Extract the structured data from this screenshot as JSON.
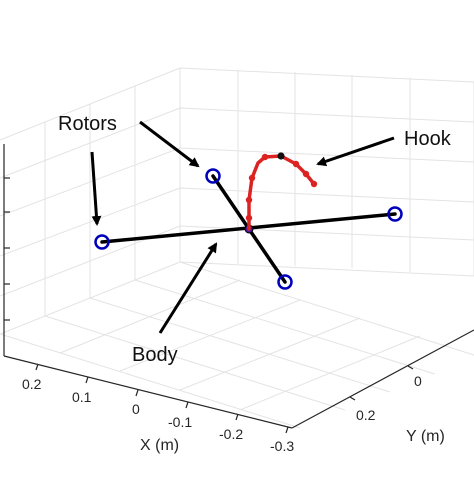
{
  "figure": {
    "x_axis": {
      "label": "X (m)",
      "tick_labels": [
        "0.2",
        "0.1",
        "0",
        "-0.1",
        "-0.2",
        "-0.3"
      ]
    },
    "y_axis": {
      "label": "Y (m)",
      "tick_labels": [
        "0",
        "0.2"
      ]
    },
    "callouts": {
      "rotors": "Rotors",
      "hook": "Hook",
      "body": "Body"
    },
    "colors": {
      "body": "#000000",
      "rotor": "#0000bb",
      "hook": "#dd2222",
      "hook_joint_dark": "#111111",
      "grid": "#e3e3e3",
      "axis": "#262626"
    },
    "grid": true
  }
}
